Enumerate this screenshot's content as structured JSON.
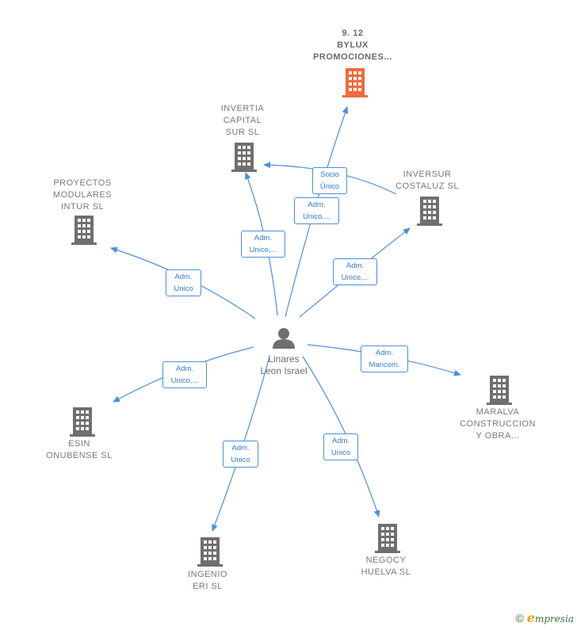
{
  "center": {
    "name_line1": "Linares",
    "name_line2": "Leon Israel"
  },
  "companies": {
    "bylux": {
      "lines": [
        "9. 12",
        "BYLUX",
        "PROMOCIONES..."
      ]
    },
    "invertia": {
      "lines": [
        "INVERTIA",
        "CAPITAL",
        "SUR  SL"
      ]
    },
    "proyectos": {
      "lines": [
        "PROYECTOS",
        "MODULARES",
        "INTUR  SL"
      ]
    },
    "inversur": {
      "lines": [
        "INVERSUR",
        "COSTALUZ  SL"
      ]
    },
    "maralva": {
      "lines": [
        "MARALVA",
        "CONSTRUCCION",
        "Y OBRA..."
      ]
    },
    "esin": {
      "lines": [
        "ESIN",
        "ONUBENSE  SL"
      ]
    },
    "ingenio": {
      "lines": [
        "INGENIO",
        "ERI SL"
      ]
    },
    "negocy": {
      "lines": [
        "NEGOCY",
        "HUELVA SL"
      ]
    }
  },
  "relations": {
    "socio": {
      "lines": [
        "Socio",
        "Único"
      ]
    },
    "bylux_adm": {
      "lines": [
        "Adm.",
        "Unico,..."
      ]
    },
    "invertia": {
      "lines": [
        "Adm.",
        "Unico,..."
      ]
    },
    "proyectos": {
      "lines": [
        "Adm.",
        "Unico"
      ]
    },
    "inversur": {
      "lines": [
        "Adm.",
        "Unico,..."
      ]
    },
    "maralva": {
      "lines": [
        "Adm.",
        "Mancom."
      ]
    },
    "esin": {
      "lines": [
        "Adm.",
        "Unico,..."
      ]
    },
    "ingenio": {
      "lines": [
        "Adm.",
        "Unico"
      ]
    },
    "negocy": {
      "lines": [
        "Adm.",
        "Unico"
      ]
    }
  },
  "footer": {
    "copyright": "©",
    "brand_e": "e",
    "brand_rest": "mpresia"
  },
  "colors": {
    "edge": "#4a90d9",
    "building": "#6f6f6f",
    "highlight": "#f26b3a",
    "person": "#6f6f6f"
  }
}
